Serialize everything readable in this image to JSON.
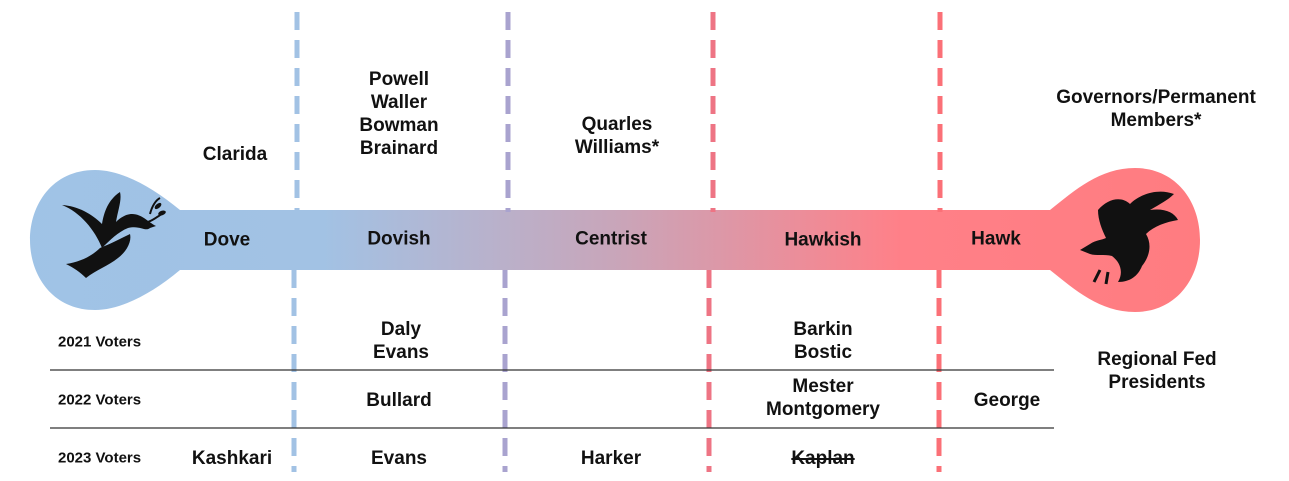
{
  "colors": {
    "dove": "#9fc3e6",
    "dovish_line": "#a2c2e4",
    "centrist_line": "#a9a3cf",
    "hawk": "#ff7b7e",
    "hawkish_line": "#ee7484",
    "hawk_line": "#fb7077",
    "row_rule": "#333333"
  },
  "icons": {
    "left": "dove-icon",
    "right": "eagle-icon"
  },
  "bands": [
    "Dove",
    "Dovish",
    "Centrist",
    "Hawkish",
    "Hawk"
  ],
  "governors": {
    "group_label": [
      "Governors/Permanent",
      "Members*"
    ],
    "dove": [
      "Clarida"
    ],
    "dovish": [
      "Powell",
      "Waller",
      "Bowman",
      "Brainard"
    ],
    "centrist": [
      "Quarles",
      "Williams*"
    ]
  },
  "regional": {
    "group_label": [
      "Regional Fed",
      "Presidents"
    ],
    "rows": [
      {
        "label": "2021 Voters",
        "dovish": [
          "Daly",
          "Evans"
        ],
        "hawkish": [
          "Barkin",
          "Bostic"
        ]
      },
      {
        "label": "2022 Voters",
        "dovish": [
          "Bullard"
        ],
        "hawkish": [
          "Mester",
          "Montgomery"
        ],
        "hawk": [
          "George"
        ]
      },
      {
        "label": "2023 Voters",
        "dove": [
          "Kashkari"
        ],
        "dovish": [
          "Evans"
        ],
        "centrist": [
          "Harker"
        ],
        "hawkish_struck": [
          "Kaplan"
        ]
      }
    ]
  }
}
